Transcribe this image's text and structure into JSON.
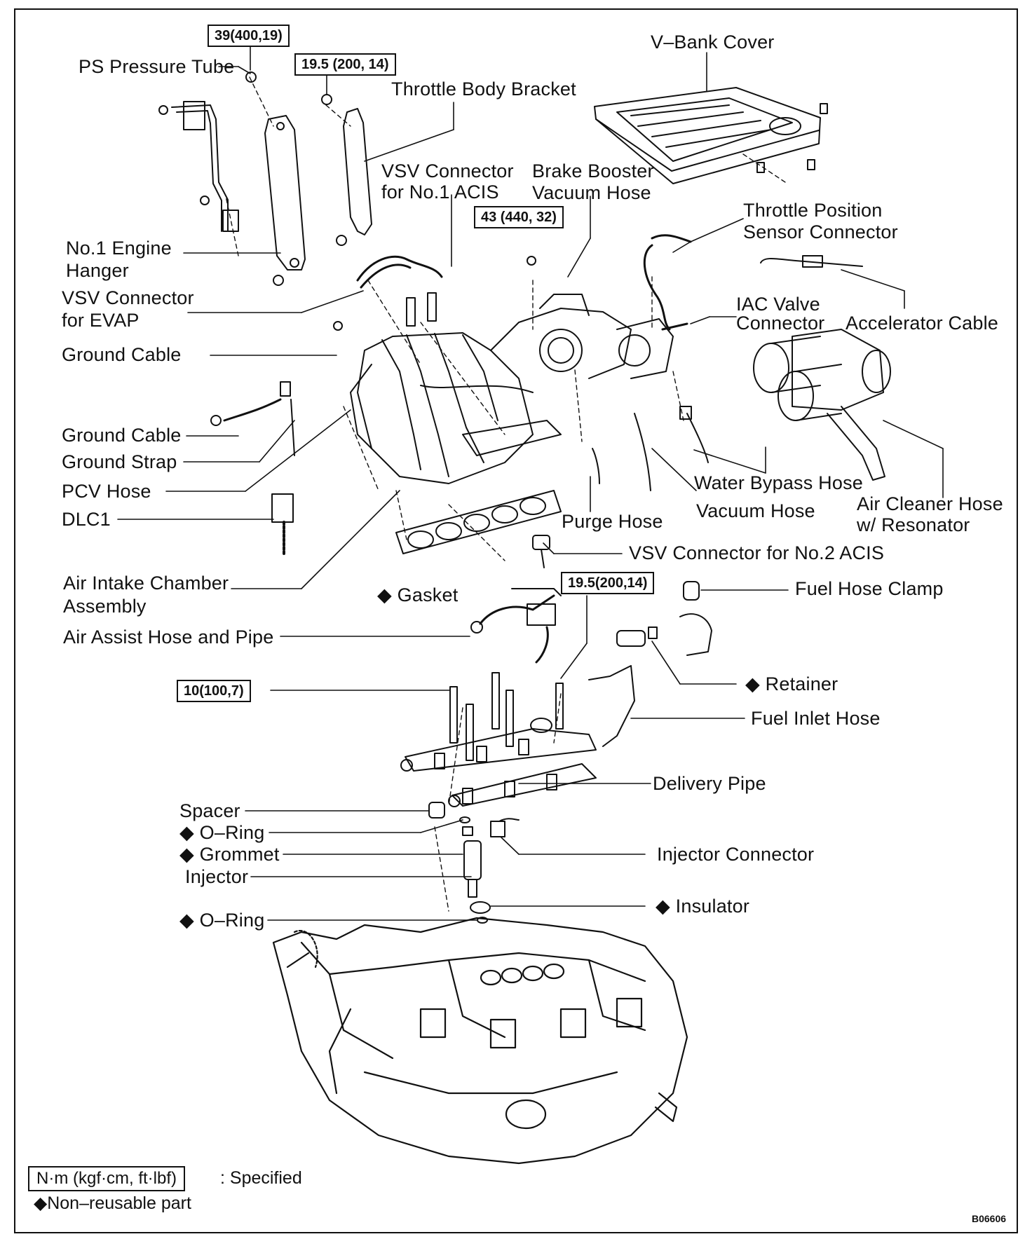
{
  "torque_specs": {
    "ps_pressure_tube_bolt": "39(400,19)",
    "throttle_bracket_bolt": "19.5 (200, 14)",
    "chamber_nut": "43 (440, 32)",
    "delivery_pipe_bolt": "19.5(200,14)",
    "injector_bolt": "10(100,7)"
  },
  "labels": {
    "ps_pressure_tube": "PS Pressure Tube",
    "throttle_body_bracket": "Throttle Body Bracket",
    "v_bank_cover": "V–Bank Cover",
    "vsv_acis1_line1": "VSV Connector",
    "vsv_acis1_line2": "for No.1 ACIS",
    "brake_booster_line1": "Brake Booster",
    "brake_booster_line2": "Vacuum Hose",
    "throttle_position_line1": "Throttle Position",
    "throttle_position_line2": "Sensor Connector",
    "engine_hanger_line1": "No.1 Engine",
    "engine_hanger_line2": "Hanger",
    "vsv_evap_line1": "VSV Connector",
    "vsv_evap_line2": "for EVAP",
    "iac_valve_line1": "IAC Valve",
    "iac_valve_line2": "Connector",
    "accelerator_cable": "Accelerator Cable",
    "ground_cable_1": "Ground Cable",
    "ground_cable_2": "Ground Cable",
    "ground_strap": "Ground Strap",
    "pcv_hose": "PCV Hose",
    "dlc1": "DLC1",
    "water_bypass_hose": "Water Bypass Hose",
    "vacuum_hose": "Vacuum Hose",
    "purge_hose": "Purge Hose",
    "air_cleaner_line1": "Air Cleaner Hose",
    "air_cleaner_line2": "w/ Resonator",
    "vsv_acis2": "VSV Connector for No.2 ACIS",
    "air_intake_line1": "Air Intake Chamber",
    "air_intake_line2": "Assembly",
    "gasket": "◆ Gasket",
    "fuel_hose_clamp": "Fuel Hose Clamp",
    "air_assist": "Air Assist Hose and Pipe",
    "retainer": "◆ Retainer",
    "fuel_inlet_hose": "Fuel Inlet Hose",
    "delivery_pipe": "Delivery Pipe",
    "spacer": "Spacer",
    "o_ring_1": "◆ O–Ring",
    "grommet": "◆ Grommet",
    "injector": "Injector",
    "injector_connector": "Injector Connector",
    "insulator": "◆ Insulator",
    "o_ring_2": "◆ O–Ring"
  },
  "legend": {
    "unit_box": "N·m (kgf·cm, ft·lbf)",
    "specified": ": Specified",
    "non_reusable": "◆Non–reusable part"
  },
  "figure_code": "B06606"
}
